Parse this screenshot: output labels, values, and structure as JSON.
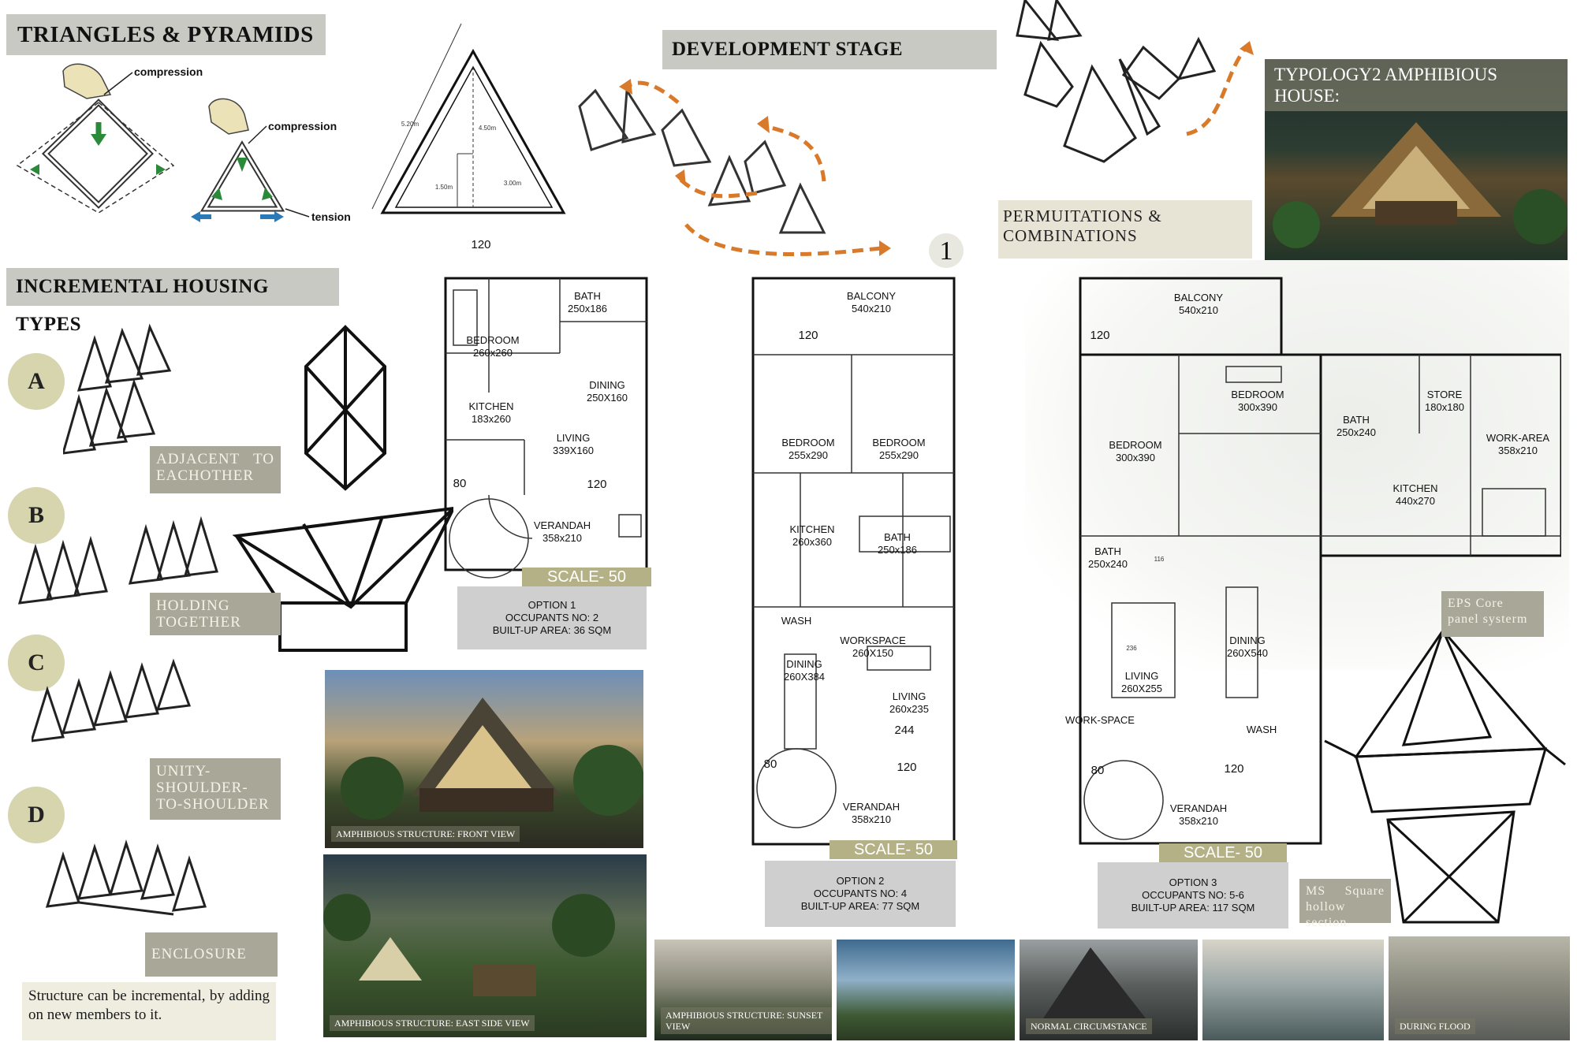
{
  "headers": {
    "triangles": "TRIANGLES & PYRAMIDS",
    "development": "DEVELOPMENT  STAGE",
    "incremental": "INCREMENTAL HOUSING TYPES"
  },
  "forces": {
    "compression_1": "compression",
    "compression_2": "compression",
    "tension": "tension"
  },
  "triangle_dims": {
    "side": "5.20m",
    "height": "4.50m",
    "half_base": "3.00m",
    "low": "1.50m"
  },
  "development": {
    "step_number": "1",
    "permutations_label": "PERMUITATIONS & COMBINATIONS"
  },
  "typology": {
    "title": "TYPOLOGY2 AMPHIBIOUS HOUSE:"
  },
  "types": [
    {
      "letter": "A",
      "label": "ADJACENT TO EACHOTHER"
    },
    {
      "letter": "B",
      "label": "HOLDING TOGETHER"
    },
    {
      "letter": "C",
      "label": "UNITY-SHOULDER-TO-SHOULDER"
    },
    {
      "letter": "D",
      "label": "ENCLOSURE"
    }
  ],
  "incremental_note": "Structure can be incremental, by adding on new members to it.",
  "photos": {
    "front": "AMPHIBIOUS STRUCTURE: FRONT VIEW",
    "east": "AMPHIBIOUS STRUCTURE: EAST SIDE VIEW",
    "sunset": "AMPHIBIOUS STRUCTURE: SUNSET VIEW",
    "normal": "NORMAL CIRCUMSTANCE",
    "flood": "DURING FLOOD"
  },
  "plan1": {
    "rooms": {
      "bath": "BATH",
      "bath_dim": "250x186",
      "bedroom": "BEDROOM",
      "bedroom_dim": "260x260",
      "kitchen": "KITCHEN",
      "kitchen_dim": "183x260",
      "dining": "DINING",
      "dining_dim": "250X160",
      "living": "LIVING",
      "living_dim": "339X160",
      "verandah": "VERANDAH",
      "verandah_dim": "358x210"
    },
    "dims": {
      "window_top": "120",
      "window_bottom": "120",
      "w80": "80"
    },
    "scale": "SCALE- 50",
    "option": {
      "name": "OPTION 1",
      "occupants": "OCCUPANTS NO: 2",
      "area": "BUILT-UP AREA: 36 SQM"
    }
  },
  "plan2": {
    "rooms": {
      "balcony": "BALCONY",
      "balcony_dim": "540x210",
      "bedroom1": "BEDROOM",
      "bedroom1_dim": "255x290",
      "bedroom2": "BEDROOM",
      "bedroom2_dim": "255x290",
      "kitchen": "KITCHEN",
      "kitchen_dim": "260x360",
      "bath": "BATH",
      "bath_dim": "250x186",
      "wash": "WASH",
      "workspace": "WORKSPACE",
      "workspace_dim": "260X150",
      "dining": "DINING",
      "dining_dim": "260X384",
      "living": "LIVING",
      "living_dim": "260x235",
      "verandah": "VERANDAH",
      "verandah_dim": "358x210"
    },
    "dims": {
      "w120": "120",
      "w80": "80",
      "w244": "244"
    },
    "scale": "SCALE- 50",
    "option": {
      "name": "OPTION 2",
      "occupants": "OCCUPANTS NO: 4",
      "area": "BUILT-UP AREA: 77 SQM"
    }
  },
  "plan3": {
    "rooms": {
      "balcony": "BALCONY",
      "balcony_dim": "540x210",
      "bedroom1": "BEDROOM",
      "bedroom1_dim": "300x390",
      "bedroom2": "BEDROOM",
      "bedroom2_dim": "300x390",
      "bath1": "BATH",
      "bath1_dim": "250x240",
      "bath2": "BATH",
      "bath2_dim": "250x240",
      "store": "STORE",
      "store_dim": "180x180",
      "work_area": "WORK-AREA",
      "work_area_dim": "358x210",
      "kitchen": "KITCHEN",
      "kitchen_dim": "440x270",
      "dining": "DINING",
      "dining_dim": "260X540",
      "living": "LIVING",
      "living_dim": "260X255",
      "workspace": "WORK-SPACE",
      "wash": "WASH",
      "verandah": "VERANDAH",
      "verandah_dim": "358x210"
    },
    "dims": {
      "w120": "120",
      "w80": "80",
      "w116": "116",
      "w236": "236"
    },
    "scale": "SCALE- 50",
    "option": {
      "name": "OPTION 3",
      "occupants": "OCCUPANTS NO: 5-6",
      "area": "BUILT-UP AREA: 117 SQM"
    }
  },
  "structure_notes": {
    "eps": "EPS Core panel systerm",
    "ms": "MS Square hollow section"
  }
}
